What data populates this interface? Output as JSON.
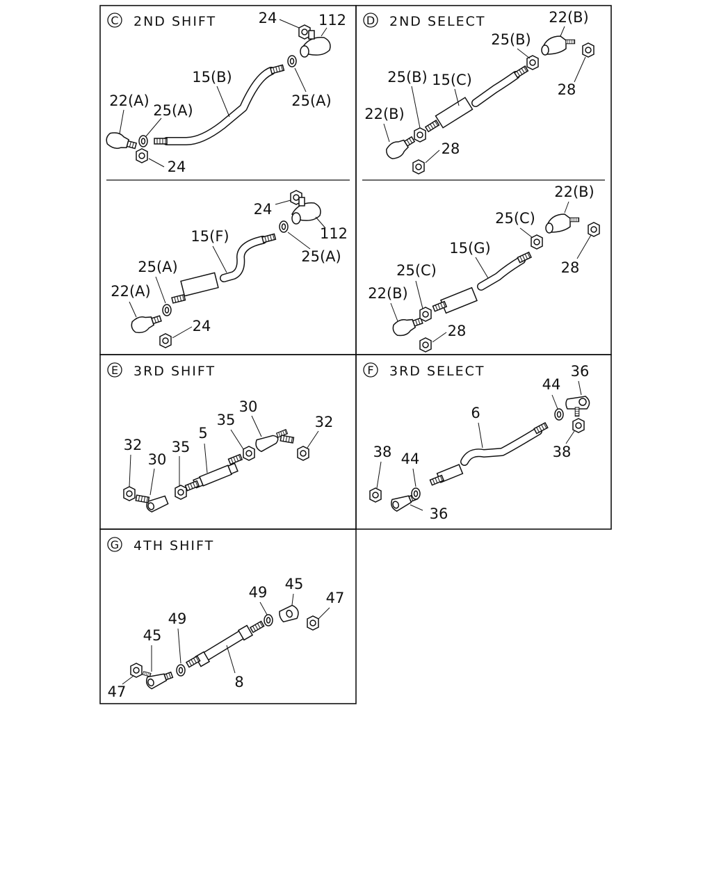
{
  "panels": {
    "c": {
      "letter": "C",
      "title": "2ND SHIFT"
    },
    "d": {
      "letter": "D",
      "title": "2ND SELECT"
    },
    "e": {
      "letter": "E",
      "title": "3RD SHIFT"
    },
    "f": {
      "letter": "F",
      "title": "3RD SELECT"
    },
    "g": {
      "letter": "G",
      "title": "4TH SHIFT"
    }
  },
  "callouts": {
    "c_top": [
      "24",
      "112",
      "15(B)",
      "25(A)",
      "22(A)",
      "25(A)",
      "24"
    ],
    "c_bottom": [
      "24",
      "112",
      "15(F)",
      "25(A)",
      "25(A)",
      "22(A)",
      "24"
    ],
    "d_top": [
      "22(B)",
      "25(B)",
      "25(B)",
      "15(C)",
      "28",
      "22(B)",
      "28"
    ],
    "d_bottom": [
      "22(B)",
      "25(C)",
      "15(G)",
      "28",
      "25(C)",
      "22(B)",
      "28"
    ],
    "e": [
      "30",
      "35",
      "32",
      "5",
      "32",
      "30",
      "35"
    ],
    "f": [
      "36",
      "44",
      "6",
      "38",
      "38",
      "44",
      "36"
    ],
    "g": [
      "45",
      "49",
      "47",
      "49",
      "45",
      "8",
      "47"
    ]
  }
}
